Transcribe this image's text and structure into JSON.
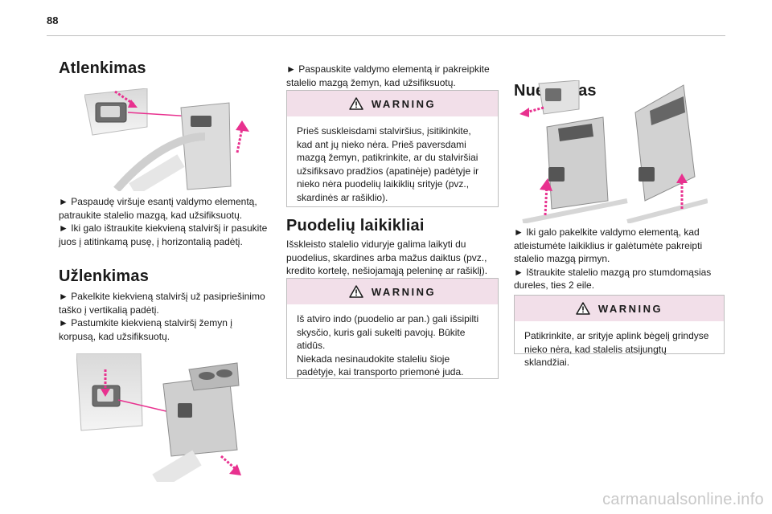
{
  "page": {
    "number": "88"
  },
  "column1": {
    "heading_fold": "Atlenkimas",
    "para_fold": "► Paspaudę viršuje esantį valdymo elementą, patraukite stalelio mazgą, kad užsifiksuotų.\n► Iki galo ištraukite kiekvieną stalviršį ir pasukite juos į atitinkamą pusę, į horizontalią padėtį.",
    "heading_unfold": "Užlenkimas",
    "para_unfold": "► Pakelkite kiekvieną stalviršį už pasipriešinimo taško į vertikalią padėtį.\n► Pastumkite kiekvieną stalviršį žemyn į korpusą, kad užsifiksuotų."
  },
  "column2": {
    "para_top": "► Paspauskite valdymo elementą ir pakreipkite stalelio mazgą žemyn, kad užsifiksuotų.",
    "warning1": {
      "label": "WARNING",
      "text": "Prieš suskleisdami stalviršius, įsitikinkite, kad ant jų nieko nėra. Prieš paversdami mazgą žemyn, patikrinkite, ar du stalviršiai užsifiksavo pradžios (apatinėje) padėtyje ir nieko nėra puodelių laikiklių srityje (pvz., skardinės ar rašiklio)."
    },
    "heading_cups": "Puodelių laikikliai",
    "para_cups": "Išskleisto stalelio viduryje galima laikyti du puodelius, skardines arba mažus daiktus (pvz., kredito kortelę, nešiojamąją peleninę ar rašiklį).",
    "warning2": {
      "label": "WARNING",
      "text": "Iš atviro indo (puodelio ar pan.) gali išsipilti skysčio, kuris gali sukelti pavojų. Būkite atidūs.\nNiekada nesinaudokite staleliu šioje padėtyje, kai transporto priemonė juda."
    }
  },
  "column3": {
    "heading_remove": "Nuėmimas",
    "para_remove": "► Iki galo pakelkite valdymo elementą, kad atleistumėte laikiklius ir galėtumėte pakreipti stalelio mazgą pirmyn.\n► Ištraukite stalelio mazgą pro stumdomąsias dureles, ties 2 eile.",
    "warning3": {
      "label": "WARNING",
      "text": "Patikrinkite, ar srityje aplink bėgelį grindyse nieko nėra, kad stalelis atsijungtų sklandžiai."
    }
  },
  "footer": {
    "watermark": "carmanualsonline.info"
  },
  "colors": {
    "accent_magenta": "#e8318f",
    "warning_band": "#f2dfe9",
    "rule": "#bdbdbd"
  }
}
